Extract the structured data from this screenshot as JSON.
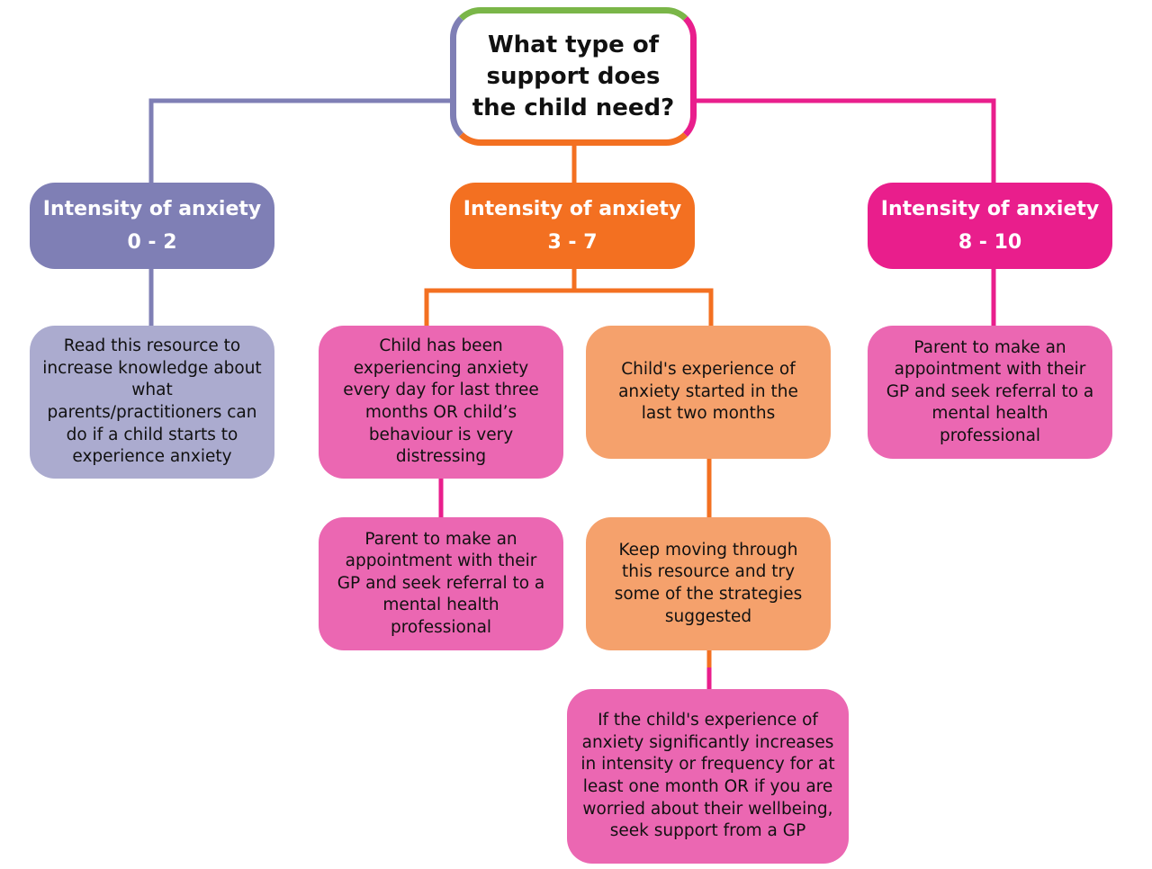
{
  "colors": {
    "purple_dark": "#7f7fb5",
    "purple_light": "#ababcf",
    "orange_dark": "#f37021",
    "orange_light": "#f5a16c",
    "pink_dark": "#e91e8c",
    "pink_light": "#eb67b2",
    "green": "#7ab648"
  },
  "root": {
    "question": "What type of support does the child need?"
  },
  "levels": {
    "low": {
      "title": "Intensity of anxiety",
      "range": "0 - 2"
    },
    "mid": {
      "title": "Intensity of anxiety",
      "range": "3 - 7"
    },
    "high": {
      "title": "Intensity of anxiety",
      "range": "8 - 10"
    }
  },
  "outcomes": {
    "low_read_resource": "Read this resource to increase knowledge about what parents/practitioners can do if a child starts to experience anxiety",
    "mid_three_months": "Child has been experiencing anxiety every day for last three months OR child’s behaviour is very distressing",
    "mid_three_months_gp": "Parent to make an appointment with their GP and seek referral to a mental health professional",
    "mid_two_months": "Child's experience of anxiety started in the last two months",
    "mid_keep_moving": "Keep moving through this resource and try some of the strategies suggested",
    "mid_if_increases": "If the child's experience of anxiety significantly increases in intensity or frequency for at least one month OR if you are worried about their wellbeing, seek support from a GP",
    "high_gp": "Parent to make an appointment with their GP and seek referral to a mental health professional"
  }
}
